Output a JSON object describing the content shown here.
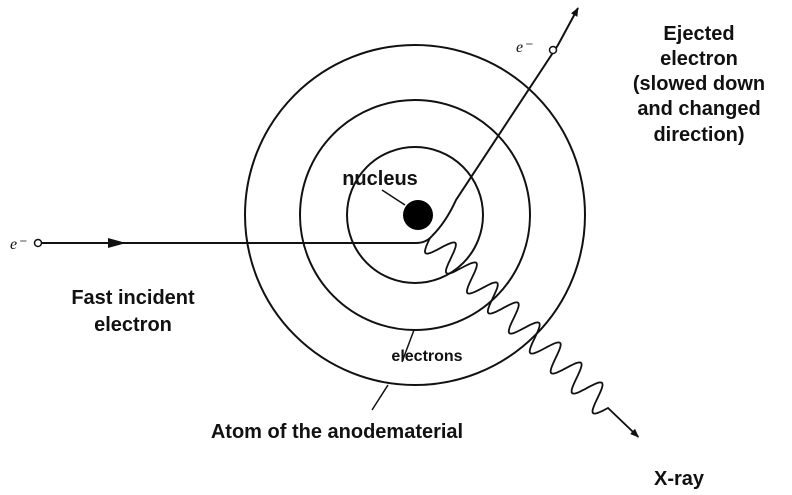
{
  "labels": {
    "incident_symbol": "e⁻",
    "ejected_symbol": "e⁻",
    "ejected_lines": [
      "Ejected",
      "electron",
      "(slowed down",
      "and changed",
      "direction)"
    ],
    "incident_lines": [
      "Fast incident",
      "electron"
    ],
    "nucleus": "nucleus",
    "electrons": "electrons",
    "atom": "Atom of the anodematerial",
    "xray": "X-ray"
  }
}
